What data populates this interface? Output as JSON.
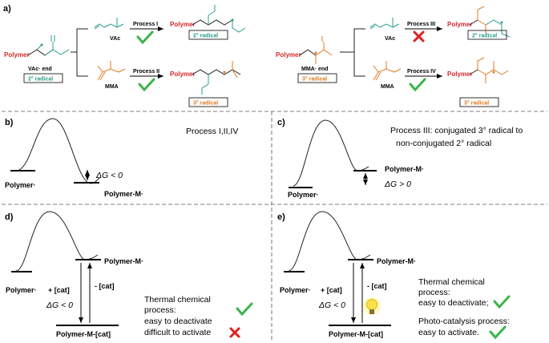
{
  "panels": {
    "a": "a)",
    "b": "b)",
    "c": "c)",
    "d": "d)",
    "e": "e)"
  },
  "scheme": {
    "polymer": "Polymer",
    "vac_end": "VAc· end",
    "mma_end": "MMA· end",
    "vac": "VAc",
    "mma": "MMA",
    "process_1": "Process I",
    "process_2": "Process II",
    "process_3": "Process III",
    "process_4": "Process IV",
    "radical_2": "2° radical",
    "radical_3": "3° radical"
  },
  "b": {
    "title": "Process I,II,IV",
    "left": "Polymer·",
    "right": "Polymer-M·",
    "dg": "ΔG < 0"
  },
  "c": {
    "title_line1": "Process III:  conjugated 3° radical to",
    "title_line2": "non-conjugated 2° radical",
    "left": "Polymer·",
    "right": "Polymer-M·",
    "dg": "ΔG > 0"
  },
  "d": {
    "left": "Polymer·",
    "top": "Polymer-M·",
    "cat_plus": "+ [cat]",
    "cat_minus": "- [cat]",
    "dg": "ΔG < 0",
    "bottom": "Polymer-M-[cat]",
    "note_line1": "Thermal chemical",
    "note_line2": "process:",
    "note_line3": "easy to deactivate",
    "note_line4": "difficult to activate"
  },
  "e": {
    "left": "Polymer·",
    "top": "Polymer-M·",
    "cat_plus": "+ [cat]",
    "cat_minus": "- [cat]",
    "dg": "ΔG < 0",
    "bottom": "Polymer-M-[cat]",
    "thermal_line1": "Thermal chemical",
    "thermal_line2": "process:",
    "thermal_line3": "easy to deactivate;",
    "photo_line1": "Photo-catalysis process:",
    "photo_line2": "easy to activate."
  },
  "colors": {
    "teal": "#2a9d8f",
    "orange": "#e07a1f",
    "red": "#d62828",
    "check_green": "#3ab54a",
    "cross_red": "#e02020"
  }
}
